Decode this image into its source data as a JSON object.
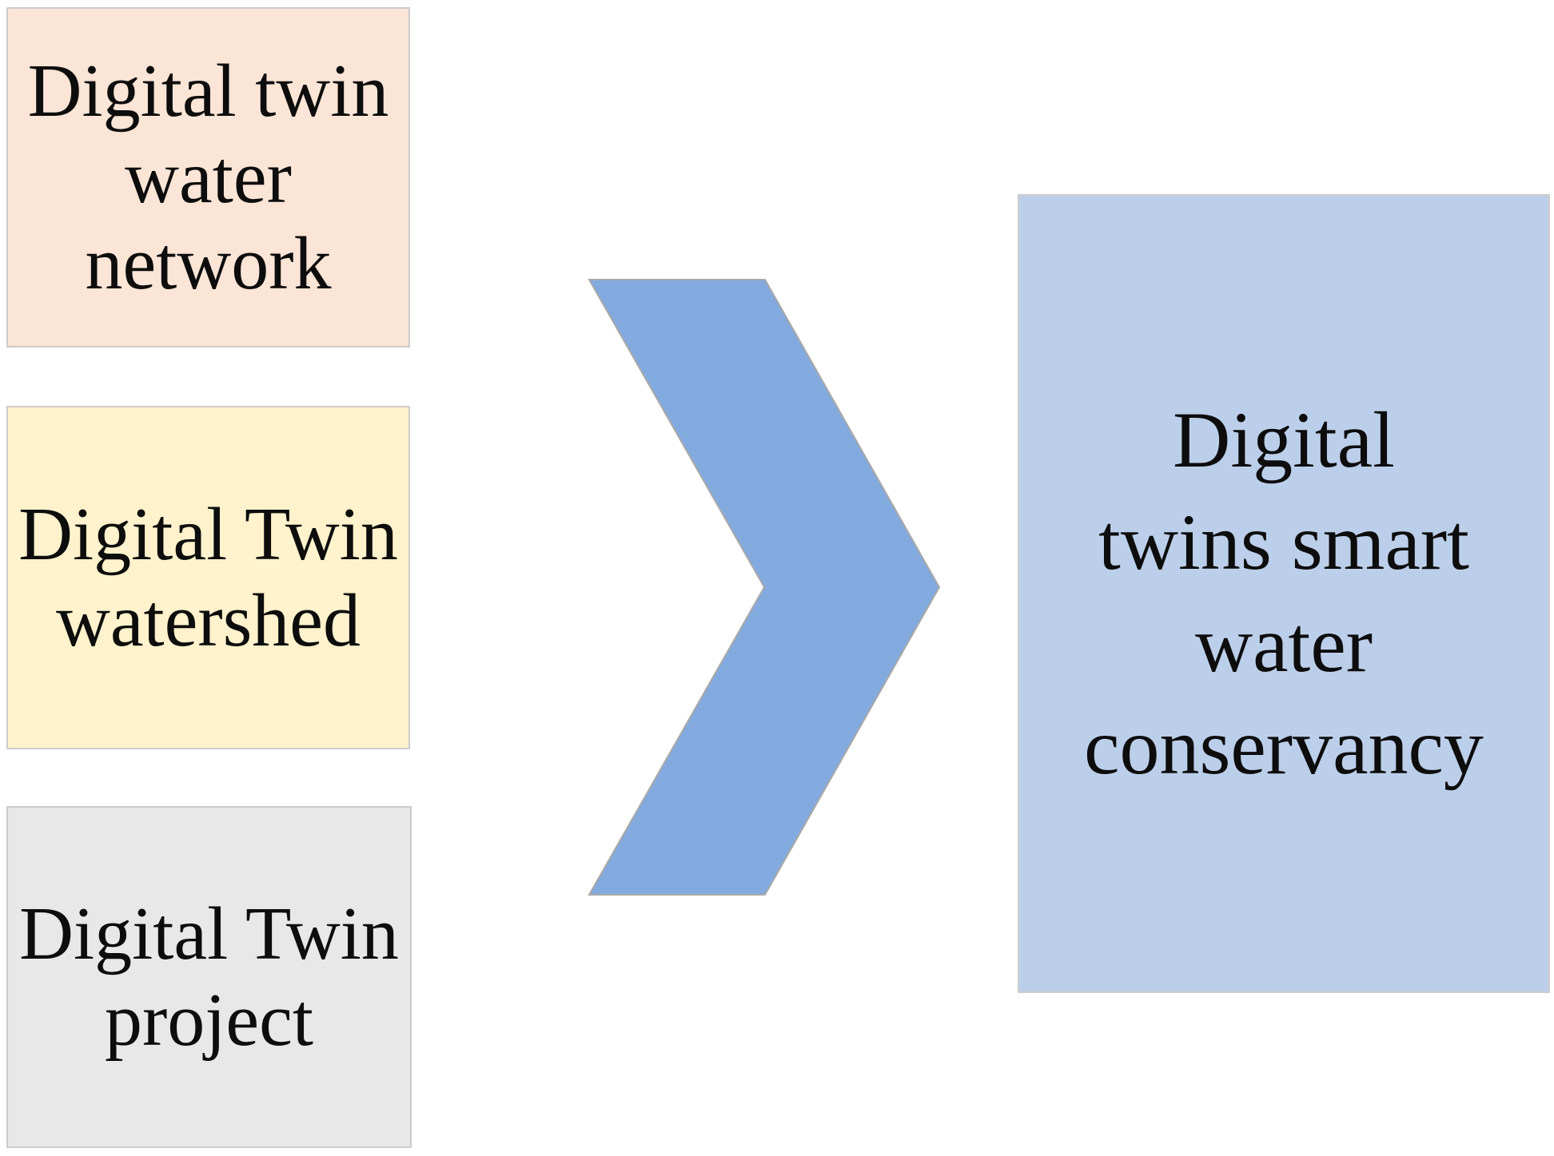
{
  "diagram": {
    "background": "#ffffff",
    "text_color": "#0d0d0d",
    "source_boxes": [
      {
        "id": "digital-twin-water-network",
        "label": "Digital twin\nwater\nnetwork",
        "fill": "#fbe5d6",
        "border": "#d2c9c1"
      },
      {
        "id": "digital-twin-watershed",
        "label": "Digital Twin\nwatershed",
        "fill": "#fff2cc",
        "border": "#d5cfba"
      },
      {
        "id": "digital-twin-project",
        "label": "Digital Twin\nproject",
        "fill": "#e9e8e8",
        "border": "#c9c8c8"
      }
    ],
    "arrow": {
      "id": "chevron-right",
      "fill": "#83aade",
      "stroke": "#a9a9a9"
    },
    "result_box": {
      "id": "digital-twins-smart-water-conservancy",
      "label": "Digital\ntwins smart\nwater\nconservancy",
      "fill": "#bccfea",
      "border": "#c6cfdd"
    }
  }
}
